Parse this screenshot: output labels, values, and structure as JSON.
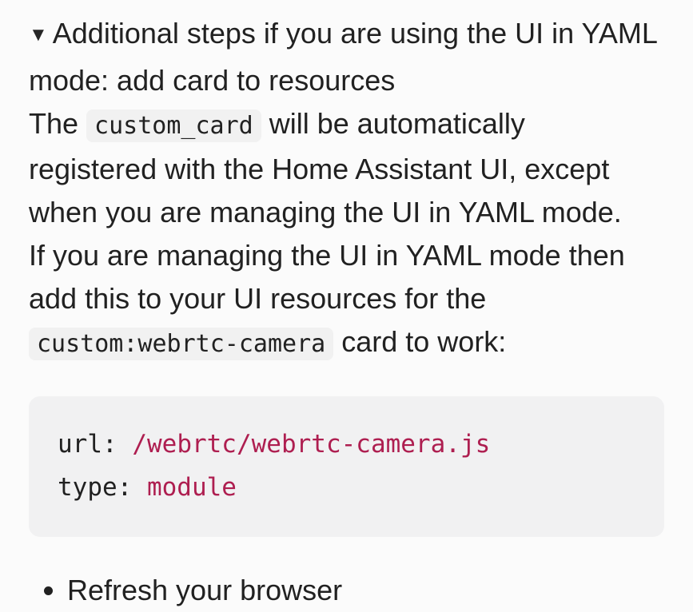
{
  "colors": {
    "page_bg": "#fbfbfb",
    "text": "#212121",
    "inline_code_bg": "#f1f1f1",
    "code_block_bg": "#f1f1f2",
    "yaml_value": "#ae1e50"
  },
  "details": {
    "marker_icon": "▼",
    "summary_title": "Additional steps if you are using the UI in YAML mode: add card to resources"
  },
  "paragraph_segments": [
    {
      "t": "text",
      "v": "The "
    },
    {
      "t": "code",
      "v": "custom_card"
    },
    {
      "t": "text",
      "v": " will be automatically"
    },
    {
      "t": "br"
    },
    {
      "t": "text",
      "v": "registered with the Home Assistant UI, except"
    },
    {
      "t": "br"
    },
    {
      "t": "text",
      "v": "when you are managing the UI in YAML mode."
    },
    {
      "t": "br"
    },
    {
      "t": "text",
      "v": "If you are managing the UI in YAML mode then"
    },
    {
      "t": "br"
    },
    {
      "t": "text",
      "v": "add this to your UI resources for the"
    },
    {
      "t": "br"
    },
    {
      "t": "code",
      "v": "custom:webrtc-camera"
    },
    {
      "t": "text",
      "v": " card to work:"
    }
  ],
  "code_block": {
    "language": "yaml",
    "lines": [
      [
        {
          "t": "plain",
          "v": "url: "
        },
        {
          "t": "value",
          "v": "/webrtc/webrtc-camera.js"
        }
      ],
      [
        {
          "t": "plain",
          "v": "type: "
        },
        {
          "t": "value",
          "v": "module"
        }
      ]
    ]
  },
  "list": {
    "items": [
      "Refresh your browser"
    ]
  }
}
